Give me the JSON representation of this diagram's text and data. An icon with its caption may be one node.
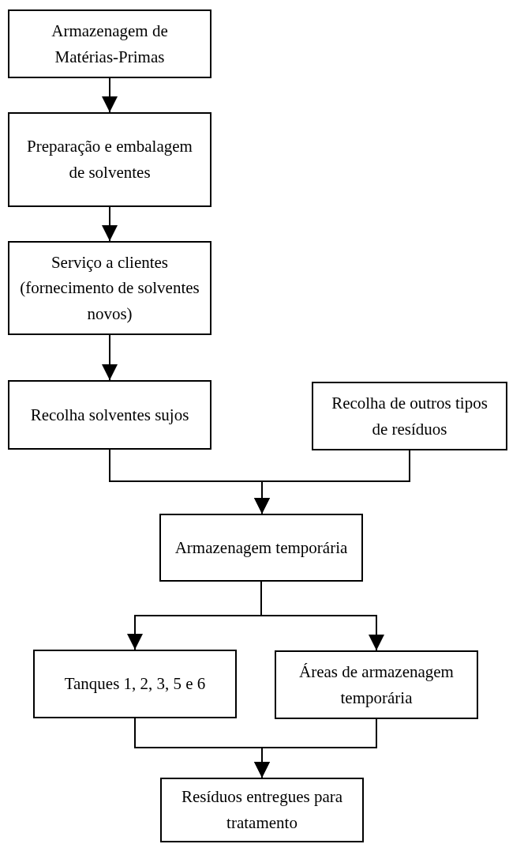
{
  "diagram": {
    "nodes": [
      {
        "text": [
          "Armazenagem de Matérias-Primas"
        ]
      },
      {
        "text": [
          "Preparação e embalagem de solventes"
        ]
      },
      {
        "text": [
          "Serviço a clientes (fornecimento de solventes novos)"
        ]
      },
      {
        "text": [
          "Recolha solventes sujos"
        ]
      },
      {
        "text": [
          "Recolha de outros tipos de resíduos"
        ]
      },
      {
        "text": [
          "Armazenagem temporária"
        ]
      },
      {
        "text": [
          "Tanques 1, 2, 3, 5 e 6"
        ]
      },
      {
        "text": [
          "Áreas de armazenagem temporária"
        ]
      },
      {
        "text": [
          "Resíduos entregues para tratamento"
        ]
      }
    ],
    "edges": [
      {
        "from": 0,
        "to": 1,
        "arrow": "to"
      },
      {
        "from": 1,
        "to": 2,
        "arrow": "to"
      },
      {
        "from": 2,
        "to": 3,
        "arrow": "to"
      },
      {
        "from": 3,
        "to": 5,
        "arrow": "to"
      },
      {
        "from": 4,
        "to": 5,
        "arrow": "to"
      },
      {
        "from": 5,
        "to": 6,
        "arrow": "to"
      },
      {
        "from": 5,
        "to": 7,
        "arrow": "to"
      },
      {
        "from": 6,
        "to": 8,
        "arrow": "to"
      },
      {
        "from": 7,
        "to": 8,
        "arrow": "to"
      }
    ]
  }
}
